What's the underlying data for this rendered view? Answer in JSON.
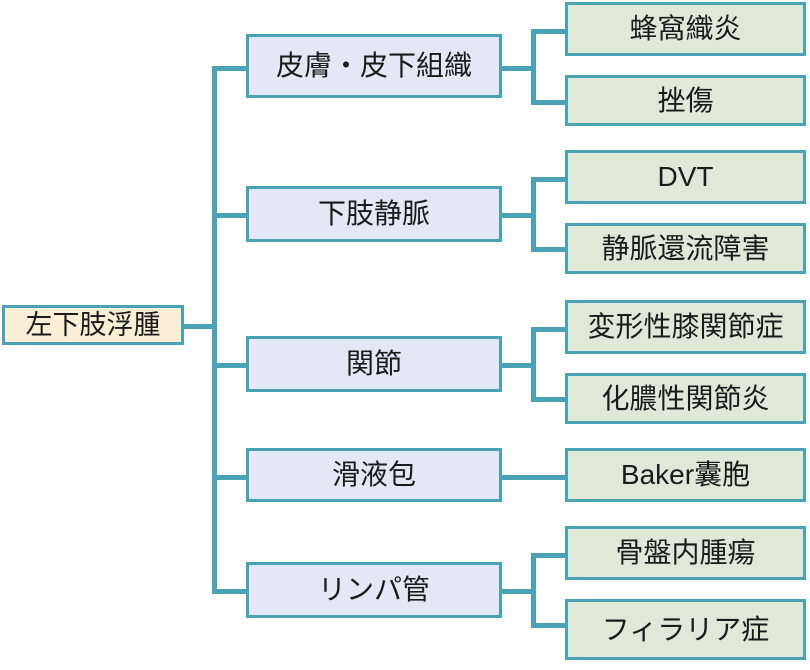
{
  "diagram": {
    "title_text": "左下肢浮腫",
    "type": "tree",
    "orientation": "left-to-right",
    "colors": {
      "root_fill": "#fbeed7",
      "branch_fill": "#e4e7f5",
      "leaf_fill": "#dfe9d8",
      "border": "#4aa3b4",
      "connector": "#4aa3b4",
      "background": "#ffffff",
      "text": "#1b1b1b"
    },
    "root": {
      "label": "左下肢浮腫"
    },
    "branches": [
      {
        "label": "皮膚・皮下組織",
        "children": [
          {
            "label": "蜂窩織炎"
          },
          {
            "label": "挫傷"
          }
        ]
      },
      {
        "label": "下肢静脈",
        "children": [
          {
            "label": "DVT"
          },
          {
            "label": "静脈還流障害"
          }
        ]
      },
      {
        "label": "関節",
        "children": [
          {
            "label": "変形性膝関節症"
          },
          {
            "label": "化膿性関節炎"
          }
        ]
      },
      {
        "label": "滑液包",
        "children": [
          {
            "label": "Baker囊胞"
          }
        ]
      },
      {
        "label": "リンパ管",
        "children": [
          {
            "label": "骨盤内腫瘍"
          },
          {
            "label": "フィラリア症"
          }
        ]
      }
    ]
  }
}
